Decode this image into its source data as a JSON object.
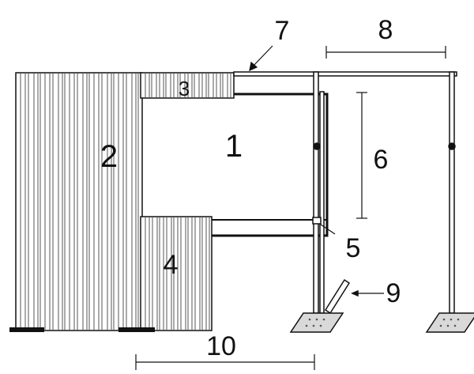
{
  "diagram": {
    "labels": {
      "l1": "1",
      "l2": "2",
      "l3": "3",
      "l4": "4",
      "l5": "5",
      "l6": "6",
      "l7": "7",
      "l8": "8",
      "l9": "9",
      "l10": "10"
    },
    "colors": {
      "stroke": "#111111",
      "hatch": "#555555",
      "base": "#d9d9d9",
      "background": "#ffffff"
    }
  }
}
